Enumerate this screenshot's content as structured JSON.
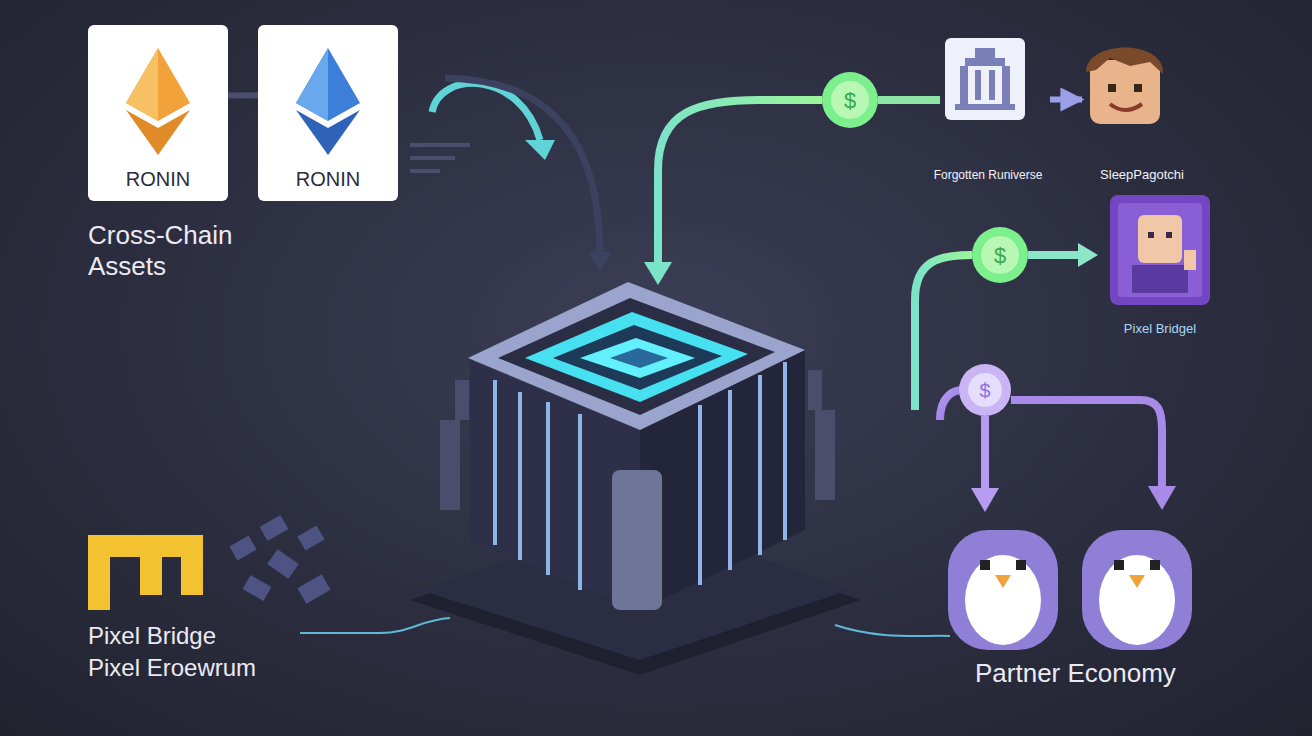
{
  "diagram": {
    "nodes": [
      {
        "text": [
          "RONIN"
        ]
      },
      {
        "text": [
          "RONIN"
        ]
      },
      {
        "text": [
          "Forgotten Runiverse"
        ]
      },
      {
        "text": [
          "SleepPagotchi"
        ]
      },
      {
        "text": [
          "Pixel Bridgel"
        ]
      }
    ],
    "edges": [
      {
        "from": 0,
        "to": 1,
        "arrow": "none"
      },
      {
        "from": 2,
        "to": 3,
        "arrow": "to"
      }
    ],
    "labels": [
      "Cross-Chain Assets",
      "Pixel Bridge",
      "Pixel Eroewrum",
      "Partner Economy"
    ]
  }
}
